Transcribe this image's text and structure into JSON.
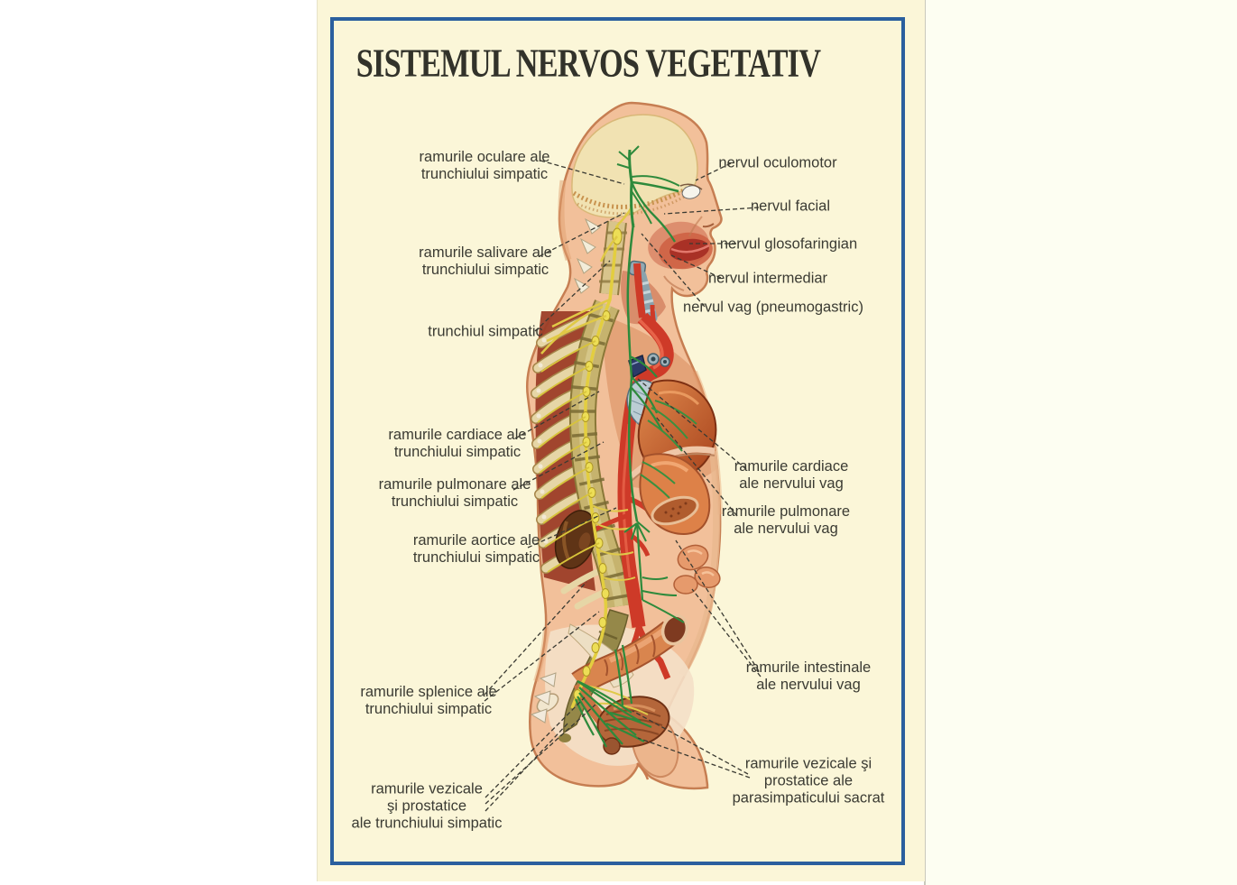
{
  "poster": {
    "title": "SISTEMUL NERVOS VEGETATIV"
  },
  "labels": {
    "left": [
      {
        "text": "ramurile oculare ale\ntrunchiului simpatic"
      },
      {
        "text": "ramurile salivare ale\ntrunchiului simpatic"
      },
      {
        "text": "trunchiul simpatic"
      },
      {
        "text": "ramurile cardiace ale\ntrunchiului simpatic"
      },
      {
        "text": "ramurile pulmonare ale\ntrunchiului simpatic"
      },
      {
        "text": "ramurile aortice ale\ntrunchiului simpatic"
      },
      {
        "text": "ramurile splenice ale\ntrunchiului simpatic"
      },
      {
        "text": "ramurile vezicale\nşi prostatice\nale trunchiului simpatic"
      }
    ],
    "right": [
      {
        "text": "nervul oculomotor"
      },
      {
        "text": "nervul facial"
      },
      {
        "text": "nervul glosofaringian"
      },
      {
        "text": "nervul intermediar"
      },
      {
        "text": "nervul vag (pneumogastric)"
      },
      {
        "text": "ramurile cardiace\nale nervului vag"
      },
      {
        "text": "ramurile pulmonare\nale nervului vag"
      },
      {
        "text": "ramurile intestinale\nale nervului vag"
      },
      {
        "text": "ramurile vezicale şi\nprostatice ale\nparasimpaticului sacrat"
      }
    ]
  },
  "colors": {
    "poster_bg": "#FBF6D8",
    "frame_blue": "#2A5F9E",
    "title_text": "#32322A",
    "label_text": "#3B3B33",
    "leader_line": "#3A3A32",
    "skin": "#F2C09A",
    "skin_outline": "#C67E52",
    "skull_cream": "#F1E2B2",
    "nerve_yellow": "#E3CE3F",
    "nerve_green": "#2E8A3C",
    "artery_red": "#CE3A28",
    "rib_cream": "#E6D6A6",
    "vertebra_olive": "#958849",
    "organ_orange": "#DD8148",
    "kidney_brown": "#5F3416",
    "trachea_blue": "#8AA2AC"
  }
}
